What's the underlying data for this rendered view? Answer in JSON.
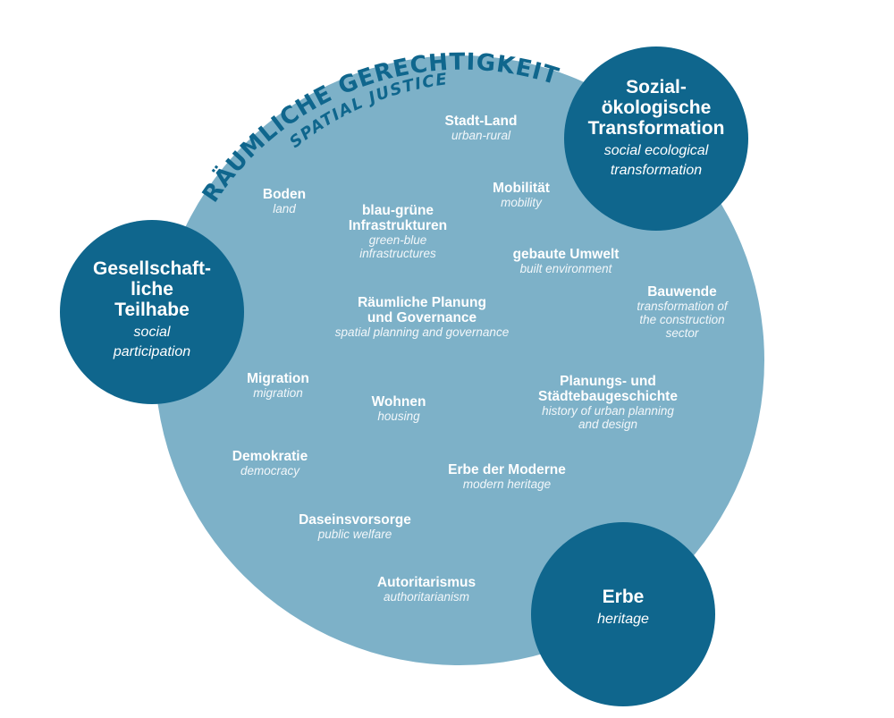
{
  "main_circle": {
    "title_de": "RÄUMLICHE GERECHTIGKEIT",
    "title_en": "SPATIAL JUSTICE"
  },
  "satellites": {
    "top_right": {
      "de": "Sozial-\nökologische\nTransformation",
      "en": "social ecological\ntransformation"
    },
    "left": {
      "de": "Gesellschaft-\nliche\nTeilhabe",
      "en": "social\nparticipation"
    },
    "bottom": {
      "de": "Erbe",
      "en": "heritage"
    }
  },
  "topics": [
    {
      "de": "Stadt-Land",
      "en": "urban-rural"
    },
    {
      "de": "Boden",
      "en": "land"
    },
    {
      "de": "blau-grüne\nInfrastrukturen",
      "en": "green-blue\ninfrastructures"
    },
    {
      "de": "Mobilität",
      "en": "mobility"
    },
    {
      "de": "gebaute Umwelt",
      "en": "built environment"
    },
    {
      "de": "Bauwende",
      "en": "transformation of\nthe construction\nsector"
    },
    {
      "de": "Räumliche Planung\nund Governance",
      "en": "spatial planning and governance"
    },
    {
      "de": "Migration",
      "en": "migration"
    },
    {
      "de": "Wohnen",
      "en": "housing"
    },
    {
      "de": "Planungs- und\nStädtebaugeschichte",
      "en": "history of urban planning\nand design"
    },
    {
      "de": "Demokratie",
      "en": "democracy"
    },
    {
      "de": "Erbe der Moderne",
      "en": "modern heritage"
    },
    {
      "de": "Daseinsvorsorge",
      "en": "public welfare"
    },
    {
      "de": "Autoritarismus",
      "en": "authoritarianism"
    }
  ],
  "colors": {
    "main": "#7db1c8",
    "satellite": "#0f668d",
    "text": "#ffffff"
  }
}
